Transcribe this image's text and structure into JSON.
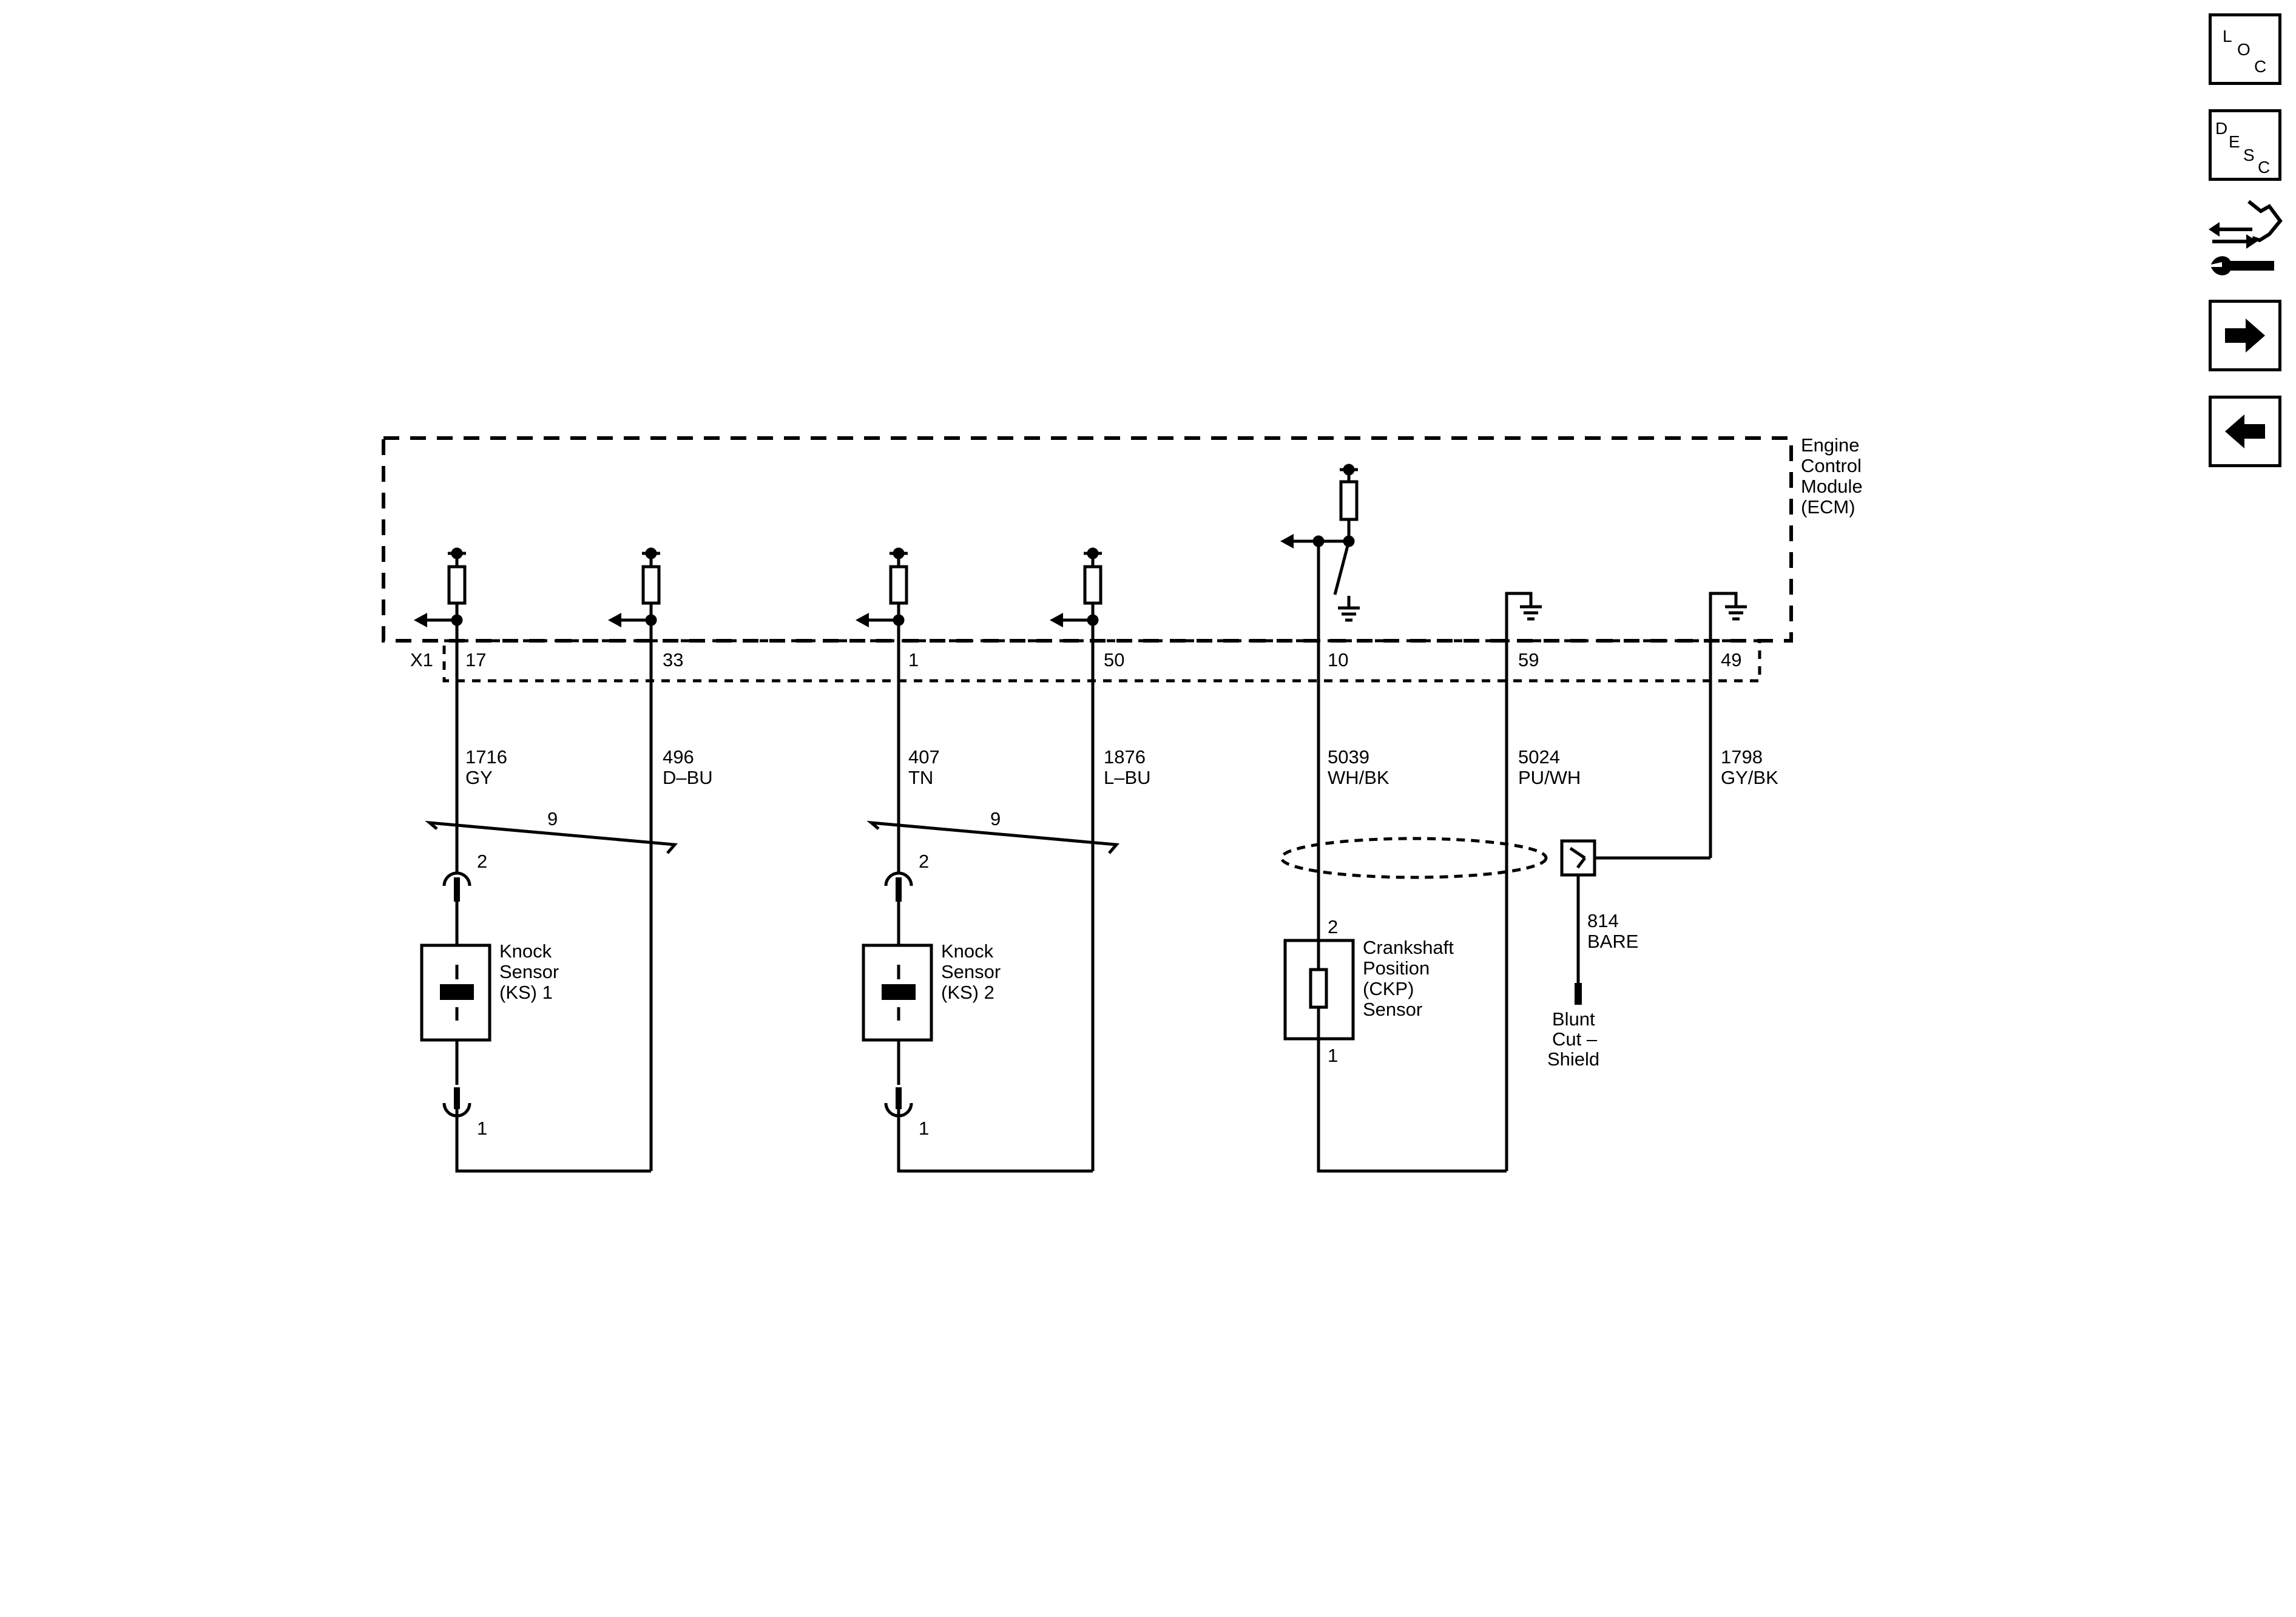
{
  "ecm": {
    "name_lines": [
      "Engine",
      "Control",
      "Module",
      "(ECM)"
    ],
    "connector": "X1"
  },
  "pins": [
    "17",
    "33",
    "1",
    "50",
    "10",
    "59",
    "49"
  ],
  "circuits": [
    {
      "number": "1716",
      "color": "GY"
    },
    {
      "number": "496",
      "color": "D–BU"
    },
    {
      "number": "407",
      "color": "TN"
    },
    {
      "number": "1876",
      "color": "L–BU"
    },
    {
      "number": "5039",
      "color": "WH/BK"
    },
    {
      "number": "5024",
      "color": "PU/WH"
    },
    {
      "number": "1798",
      "color": "GY/BK"
    }
  ],
  "twist_labels": [
    "9",
    "9"
  ],
  "sensors": {
    "ks1": {
      "lines": [
        "Knock",
        "Sensor",
        "(KS) 1"
      ],
      "pin_top": "2",
      "pin_bottom": "1"
    },
    "ks2": {
      "lines": [
        "Knock",
        "Sensor",
        "(KS) 2"
      ],
      "pin_top": "2",
      "pin_bottom": "1"
    },
    "ckp": {
      "lines": [
        "Crankshaft",
        "Position",
        "(CKP)",
        "Sensor"
      ],
      "pin_top": "2",
      "pin_bottom": "1"
    }
  },
  "shield": {
    "circuit_number": "814",
    "circuit_color": "BARE",
    "end_lines": [
      "Blunt",
      "Cut –",
      "Shield"
    ]
  },
  "sidebar": {
    "loc": {
      "l": "L",
      "o": "O",
      "c": "C"
    },
    "desc": {
      "d": "D",
      "e": "E",
      "s": "S",
      "c": "C"
    },
    "icons": [
      "connector-tool-icon",
      "arrow-right-icon",
      "arrow-left-icon"
    ]
  }
}
